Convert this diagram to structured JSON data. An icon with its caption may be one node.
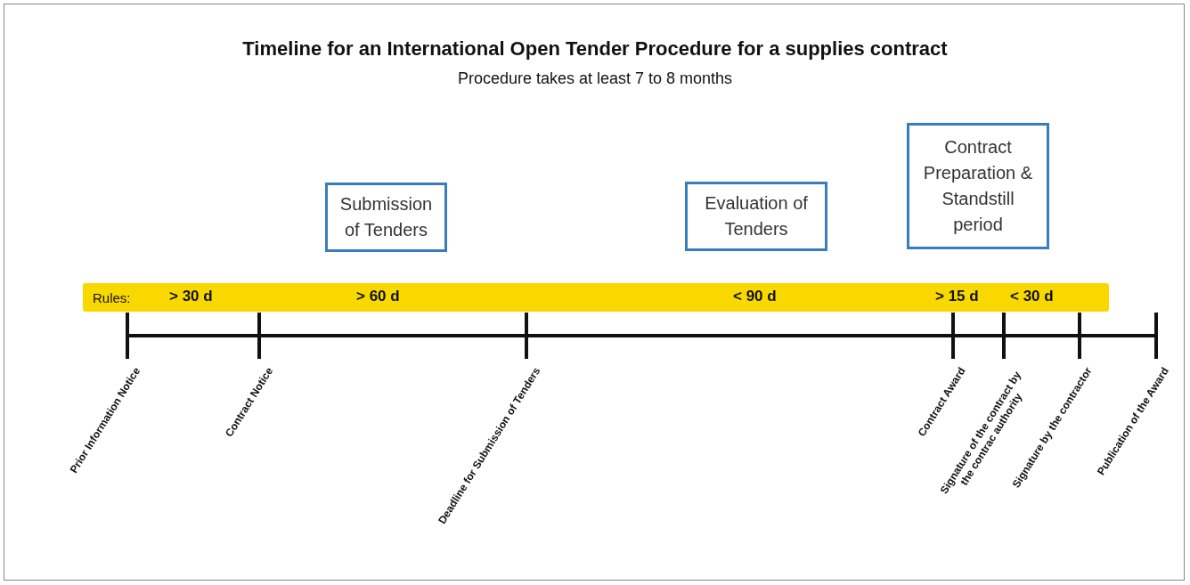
{
  "diagram": {
    "title": "Timeline for an International Open Tender Procedure for a supplies contract",
    "nodes": [
      {
        "text": [
          "Submission of Tenders"
        ]
      },
      {
        "text": [
          "Evaluation of Tenders"
        ]
      },
      {
        "text": [
          "Contract Preparation & Standstill period"
        ]
      }
    ],
    "labels": [
      "Procedure takes at least 7 to 8 months",
      "Rules:",
      "> 30 d",
      "> 60 d",
      "< 90 d",
      "> 15 d",
      "< 30 d",
      "Prior Information Notice",
      "Contract Notice",
      "Deadline for Submission of Tenders",
      "Contract Award",
      "Signature of the contract by the contrac authority",
      "Signature by the contractor",
      "Publication of the Award"
    ]
  }
}
